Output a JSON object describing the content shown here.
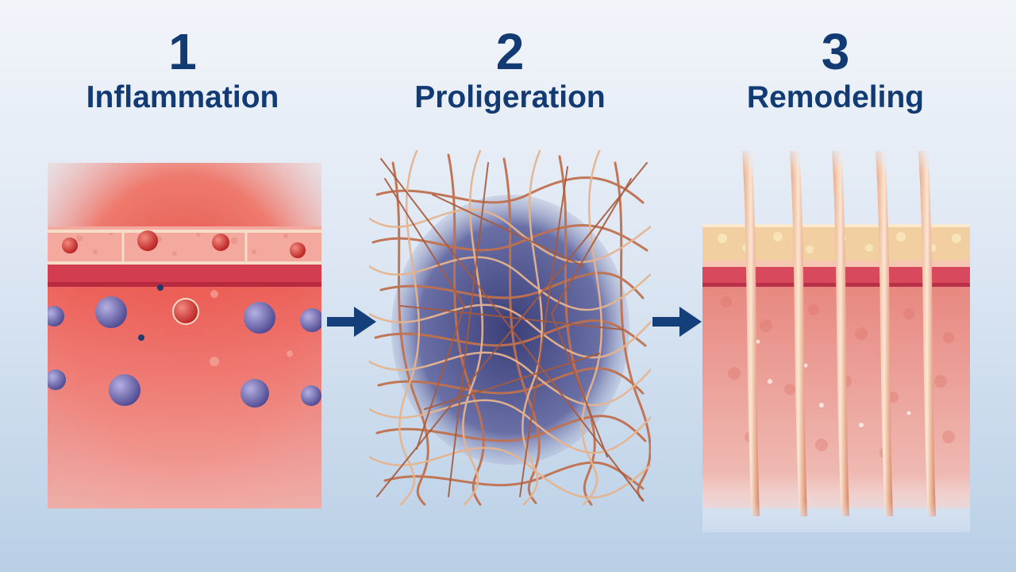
{
  "stages": [
    {
      "number": "1",
      "title": "Inflammation"
    },
    {
      "number": "2",
      "title": "Proligeration"
    },
    {
      "number": "3",
      "title": "Remodeling"
    }
  ],
  "colors": {
    "heading": "#123a73",
    "arrow": "#153f7a",
    "inflamed_tissue": "#e5534f",
    "fibrin": "#c97a5a",
    "collagen": "#f4d2b8",
    "immune_cell": "#6c64ab"
  },
  "icons": {
    "arrow": "right-arrow-icon"
  }
}
